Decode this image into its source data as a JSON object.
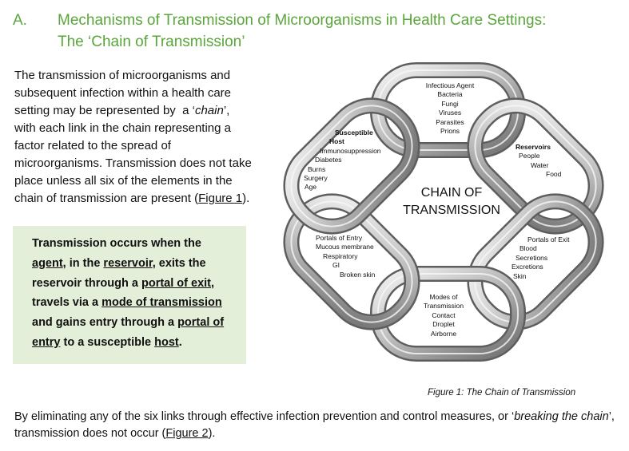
{
  "heading": {
    "number": "A.",
    "line1": "Mechanisms of Transmission of Microorganisms in Health Care Settings:",
    "line2": "The ‘Chain of Transmission’"
  },
  "intro": {
    "p1": "The transmission of microorganisms and subsequent infection within a health care setting may be represented by  a ‘",
    "chain_word": "chain",
    "p2": "’, with each link in the chain representing a factor related to the spread of microorganisms. Transmission does not take place unless all six of the elements in the chain of transmission are present (",
    "figure_link": "Figure 1",
    "p3": ")."
  },
  "callout": {
    "s1": "Transmission occurs when the ",
    "agent": "agent",
    "s2": ", in the ",
    "reservoir": "reservoir",
    "s3": ", exits the reservoir through a ",
    "portal_exit": "portal of exit",
    "s4": ", travels via a ",
    "mode": "mode of transmission",
    "s5": " and gains entry through a ",
    "portal_entry": "portal of entry",
    "s6": " to a susceptible ",
    "host": "host",
    "s7": "."
  },
  "diagram": {
    "center_title_1": "CHAIN OF",
    "center_title_2": "TRANSMISSION",
    "agent": {
      "title": "Infectious Agent",
      "items": [
        "Bacteria",
        "Fungi",
        "Viruses",
        "Parasites",
        "Prions"
      ]
    },
    "reservoirs": {
      "title": "Reservoirs",
      "items": [
        "People",
        "Water",
        "Food"
      ]
    },
    "exit": {
      "title": "Portals of Exit",
      "items": [
        "Blood",
        "Secretions",
        "Excretions",
        "Skin"
      ]
    },
    "modes": {
      "title_1": "Modes of",
      "title_2": "Transmission",
      "items": [
        "Contact",
        "Droplet",
        "Airborne"
      ]
    },
    "entry": {
      "title": "Portals of Entry",
      "items": [
        "Mucous membrane",
        "Respiratory",
        "GI",
        "Broken skin"
      ]
    },
    "host": {
      "title_1": "Susceptible",
      "title_2": "Host",
      "items": [
        "Immunosuppression",
        "Diabetes",
        "Burns",
        "Surgery",
        "Age"
      ]
    }
  },
  "caption": "Figure 1: The Chain of Transmission",
  "bottom": {
    "p1": "By eliminating any of the six links through effective infection prevention and control measures, or ‘",
    "breaking": "breaking the chain",
    "p2": "’, transmission does not occur (",
    "figure_link": "Figure 2",
    "p3": ")."
  },
  "colors": {
    "heading": "#5aa63a",
    "callout_bg": "#e3efd9",
    "link_light": "#f2f2f2",
    "link_dark": "#7d7d7d"
  }
}
